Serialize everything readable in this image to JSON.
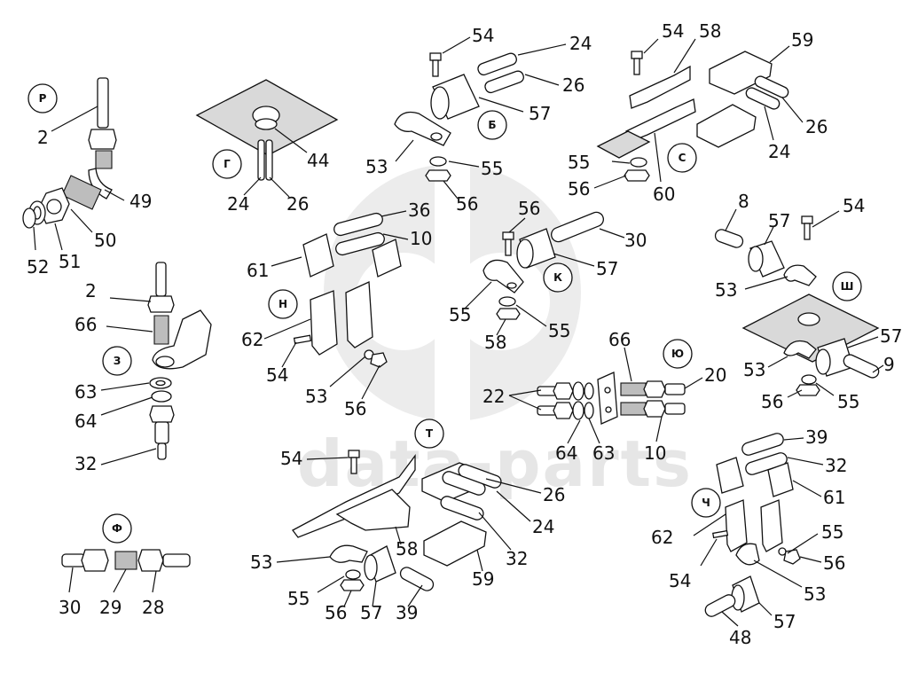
{
  "watermark": {
    "text": "data-parts"
  },
  "groups": {
    "r": "Р",
    "g": "Г",
    "b": "Б",
    "s": "С",
    "n": "Н",
    "k": "К",
    "sh": "Ш",
    "z": "З",
    "yu": "Ю",
    "t": "Т",
    "ch": "Ч",
    "f": "Ф"
  },
  "labels": {
    "r_2": "2",
    "r_49": "49",
    "r_50": "50",
    "r_51": "51",
    "r_52": "52",
    "g_44": "44",
    "g_24": "24",
    "g_26": "26",
    "b_54": "54",
    "b_24": "24",
    "b_26": "26",
    "b_57": "57",
    "b_53": "53",
    "b_55": "55",
    "b_56": "56",
    "s_54": "54",
    "s_58": "58",
    "s_59": "59",
    "s_26": "26",
    "s_24": "24",
    "s_55": "55",
    "s_56": "56",
    "s_60": "60",
    "n_36": "36",
    "n_10": "10",
    "n_61": "61",
    "n_62": "62",
    "n_54": "54",
    "n_53": "53",
    "n_56": "56",
    "k_56": "56",
    "k_30": "30",
    "k_57": "57",
    "k_55a": "55",
    "k_55b": "55",
    "k_58": "58",
    "sh_8": "8",
    "sh_57a": "57",
    "sh_54": "54",
    "sh_53a": "53",
    "sh_57b": "57",
    "sh_53b": "53",
    "sh_9": "9",
    "sh_56": "56",
    "sh_55": "55",
    "z_2": "2",
    "z_66": "66",
    "z_63": "63",
    "z_64": "64",
    "z_32": "32",
    "yu_66": "66",
    "yu_20": "20",
    "yu_22": "22",
    "yu_64": "64",
    "yu_63": "63",
    "yu_10": "10",
    "t_54": "54",
    "t_26": "26",
    "t_24": "24",
    "t_32": "32",
    "t_53": "53",
    "t_58": "58",
    "t_59": "59",
    "t_55": "55",
    "t_56": "56",
    "t_57": "57",
    "t_39": "39",
    "ch_39": "39",
    "ch_32": "32",
    "ch_61": "61",
    "ch_55": "55",
    "ch_62": "62",
    "ch_56": "56",
    "ch_54": "54",
    "ch_53": "53",
    "ch_57": "57",
    "ch_48": "48",
    "f_30": "30",
    "f_29": "29",
    "f_28": "28"
  }
}
